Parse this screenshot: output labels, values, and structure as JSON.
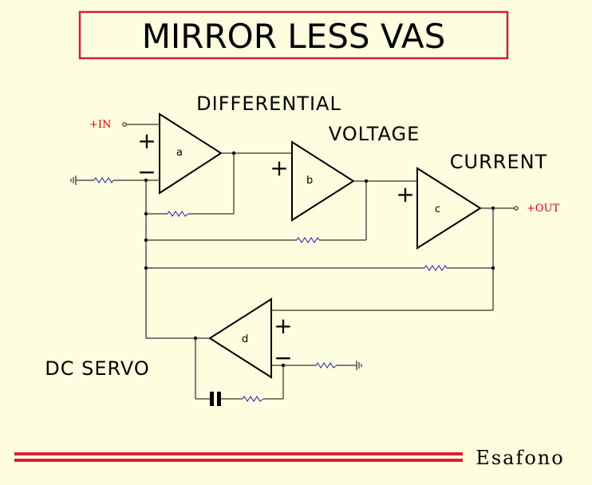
{
  "title": "MIRROR LESS VAS",
  "stages": {
    "differential": "DIFFERENTIAL",
    "voltage": "VOLTAGE",
    "current": "CURRENT",
    "dc_servo": "DC SERVO"
  },
  "amplifiers": {
    "a": "a",
    "b": "b",
    "c": "c",
    "d": "d"
  },
  "ports": {
    "input": "+IN",
    "output": "+OUT"
  },
  "signs": {
    "plus": "+",
    "minus": "−"
  },
  "brand": "Esafono",
  "colors": {
    "background": "#fdfde0",
    "title_border": "#cc2233",
    "resistor": "#1a1aaa",
    "port_text": "#cc0000",
    "footer_stripe": "#dd1f2d"
  }
}
